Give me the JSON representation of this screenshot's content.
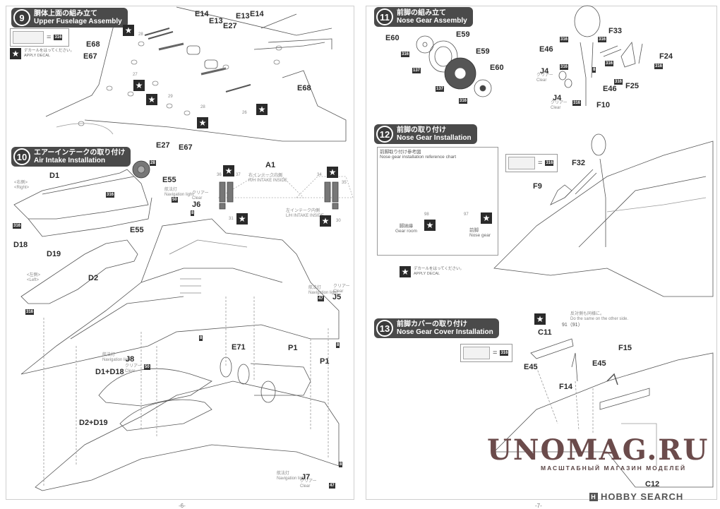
{
  "left_page": {
    "page_number": "-6-",
    "step9": {
      "number": "9",
      "title_jp": "胴体上面の組み立て",
      "title_en": "Upper Fuselage Assembly",
      "color_code": "316",
      "legend_jp": "デカールをはってください。",
      "legend_en": "APPLY DECAL",
      "parts": [
        "E14",
        "E13",
        "E27",
        "E13",
        "E14",
        "E68",
        "E67",
        "E68",
        "E27",
        "E67",
        "A1"
      ],
      "decal_numbers": [
        "28",
        "27",
        "29",
        "28",
        "26"
      ]
    },
    "step10": {
      "number": "10",
      "title_jp": "エアーインテークの取り付け",
      "title_en": "Air Intake Installation",
      "right_jp": "<右側>",
      "right_en": "<Right>",
      "left_jp": "<左側>",
      "left_en": "<Left>",
      "rh_intake_jp": "右インテーク内側",
      "rh_intake_en": "R/H INTAKE INSIDE",
      "lh_intake_jp": "左インテーク内側",
      "lh_intake_en": "L/H INTAKE INSIDE",
      "nav_light_jp": "航法灯",
      "nav_light_en": "Navigation light",
      "clear_jp": "クリアー",
      "clear_en": "Clear",
      "parts": {
        "d1": "D1",
        "e55a": "E55",
        "d18": "D18",
        "d19": "D19",
        "e55b": "E55",
        "d2": "D2",
        "j6": "J6",
        "j5": "J5",
        "j8": "J8",
        "j7": "J7",
        "e71": "E71",
        "p1a": "P1",
        "p1b": "P1",
        "d1d18": "D1+D18",
        "d2d19": "D2+D19"
      },
      "decal_numbers": [
        "36",
        "37",
        "34",
        "35",
        "31",
        "30"
      ],
      "codes": [
        "28",
        "316",
        "316",
        "316",
        "50",
        "8",
        "47",
        "8",
        "50",
        "8",
        "47",
        "8"
      ]
    }
  },
  "right_page": {
    "page_number": "-7-",
    "step11": {
      "number": "11",
      "title_jp": "前脚の組み立て",
      "title_en": "Nose Gear Assembly",
      "parts": {
        "e60a": "E60",
        "e59a": "E59",
        "e59b": "E59",
        "e60b": "E60",
        "f33": "F33",
        "e46a": "E46",
        "j4a": "J4",
        "j4b": "J4",
        "e46b": "E46",
        "f25": "F25",
        "f24": "F24",
        "f10": "F10"
      },
      "clear_jp": "クリアー",
      "clear_en": "Clear",
      "codes": [
        "316",
        "137",
        "137",
        "316",
        "316",
        "316",
        "316",
        "316",
        "8",
        "316",
        "316",
        "316"
      ]
    },
    "step12": {
      "number": "12",
      "title_jp": "前脚の取り付け",
      "title_en": "Nose Gear Installation",
      "ref_title_jp": "前脚取り付け参考図",
      "ref_title_en": "Nose gear installation reference chart",
      "gear_room_jp": "脚納庫",
      "gear_room_en": "Gear room",
      "nose_gear_jp": "前脚",
      "nose_gear_en": "Nose gear",
      "decal_a": "98",
      "decal_b": "97",
      "color_code": "316",
      "parts": {
        "f32": "F32",
        "f9": "F9"
      },
      "legend_jp": "デカールをはってください。",
      "legend_en": "APPLY DECAL"
    },
    "step13": {
      "number": "13",
      "title_jp": "前脚カバーの取り付け",
      "title_en": "Nose Gear Cover Installation",
      "color_code": "316",
      "note_jp": "反対側も同様に。",
      "note_en": "Do the same on the other side.",
      "decal": "91（91）",
      "parts": {
        "c11": "C11",
        "e45a": "E45",
        "e45b": "E45",
        "f14": "F14",
        "f15": "F15",
        "c12": "C12"
      }
    }
  },
  "watermark": {
    "main": "UNOMAG.RU",
    "sub": "МАСШТАБНЫЙ МАГАЗИН МОДЕЛЕЙ",
    "brand": "HOBBY SEARCH"
  }
}
